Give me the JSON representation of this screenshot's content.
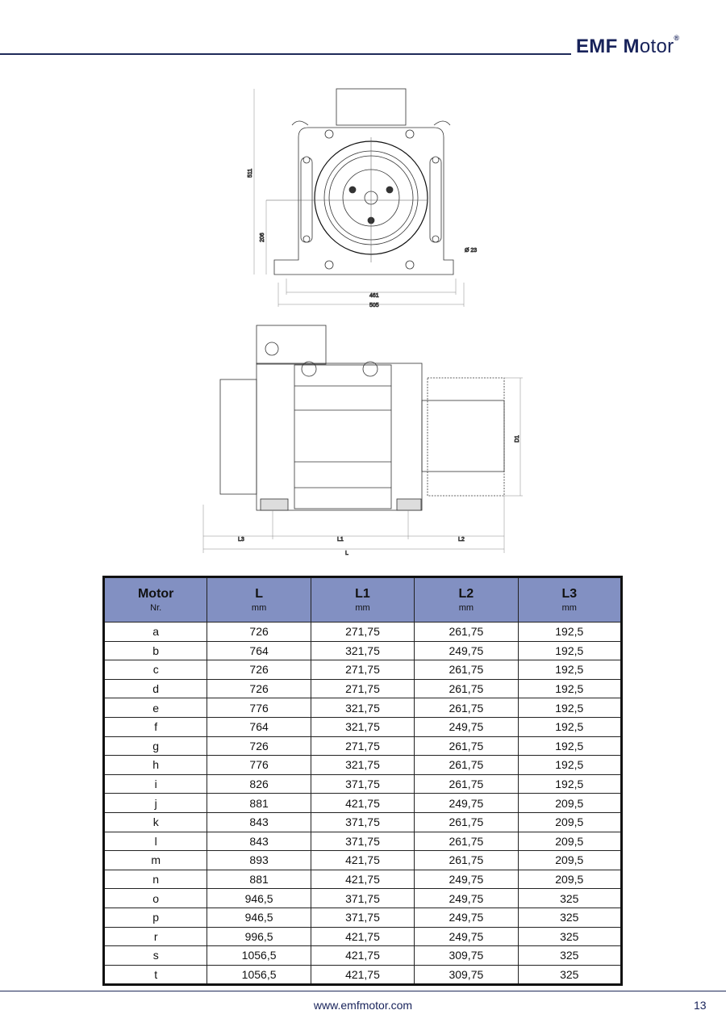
{
  "header": {
    "brand_bold": "EMF",
    "brand_rest": "Motor",
    "registered": "®"
  },
  "front_view": {
    "height": "511",
    "axis_height": "206",
    "hole": "Ø 23",
    "inner_width": "461",
    "outer_width": "505"
  },
  "side_view": {
    "l3": "L3",
    "l1": "L1",
    "l2": "L2",
    "l": "L",
    "d1": "D1"
  },
  "table": {
    "headers": [
      {
        "label": "Motor",
        "unit": "Nr."
      },
      {
        "label": "L",
        "unit": "mm"
      },
      {
        "label": "L1",
        "unit": "mm"
      },
      {
        "label": "L2",
        "unit": "mm"
      },
      {
        "label": "L3",
        "unit": "mm"
      }
    ],
    "header_color": "#8290c2",
    "rows": [
      [
        "a",
        "726",
        "271,75",
        "261,75",
        "192,5"
      ],
      [
        "b",
        "764",
        "321,75",
        "249,75",
        "192,5"
      ],
      [
        "c",
        "726",
        "271,75",
        "261,75",
        "192,5"
      ],
      [
        "d",
        "726",
        "271,75",
        "261,75",
        "192,5"
      ],
      [
        "e",
        "776",
        "321,75",
        "261,75",
        "192,5"
      ],
      [
        "f",
        "764",
        "321,75",
        "249,75",
        "192,5"
      ],
      [
        "g",
        "726",
        "271,75",
        "261,75",
        "192,5"
      ],
      [
        "h",
        "776",
        "321,75",
        "261,75",
        "192,5"
      ],
      [
        "i",
        "826",
        "371,75",
        "261,75",
        "192,5"
      ],
      [
        "j",
        "881",
        "421,75",
        "249,75",
        "209,5"
      ],
      [
        "k",
        "843",
        "371,75",
        "261,75",
        "209,5"
      ],
      [
        "l",
        "843",
        "371,75",
        "261,75",
        "209,5"
      ],
      [
        "m",
        "893",
        "421,75",
        "261,75",
        "209,5"
      ],
      [
        "n",
        "881",
        "421,75",
        "249,75",
        "209,5"
      ],
      [
        "o",
        "946,5",
        "371,75",
        "249,75",
        "325"
      ],
      [
        "p",
        "946,5",
        "371,75",
        "249,75",
        "325"
      ],
      [
        "r",
        "996,5",
        "421,75",
        "249,75",
        "325"
      ],
      [
        "s",
        "1056,5",
        "421,75",
        "309,75",
        "325"
      ],
      [
        "t",
        "1056,5",
        "421,75",
        "309,75",
        "325"
      ]
    ]
  },
  "footer": {
    "url": "www.emfmotor.com",
    "page": "13"
  }
}
